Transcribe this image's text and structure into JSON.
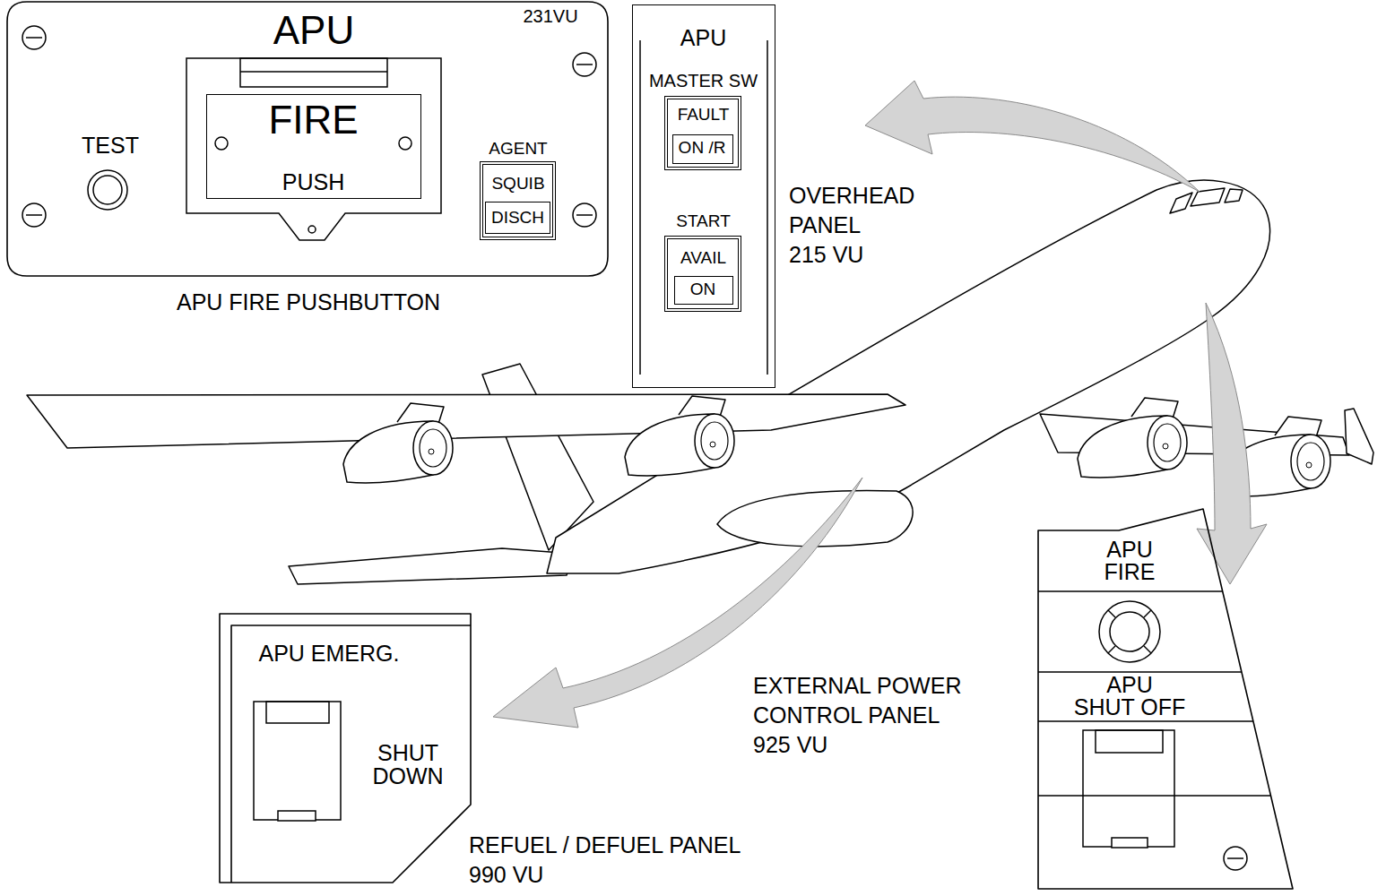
{
  "diagram": {
    "nodes": [
      {
        "text": [
          "APU",
          "231VU"
        ]
      },
      {
        "text": [
          "FIRE",
          "PUSH"
        ],
        "in": 0
      },
      {
        "text": [
          "AGENT",
          "SQUIB"
        ],
        "in": 0
      },
      {
        "text": [
          "DISCH"
        ],
        "in": 2
      },
      {
        "text": [
          "APU"
        ]
      },
      {
        "text": [
          "MASTER SW",
          "FAULT"
        ],
        "in": 4
      },
      {
        "text": [
          "ON /R"
        ],
        "in": 5
      },
      {
        "text": [
          "START",
          "AVAIL"
        ],
        "in": 4
      },
      {
        "text": [
          "ON"
        ],
        "in": 7
      },
      {
        "text": [
          "APU EMERG.",
          "SHUT DOWN"
        ]
      },
      {
        "text": [
          "APU FIRE",
          "APU SHUT OFF"
        ]
      }
    ],
    "labels": [
      "TEST",
      "APU FIRE PUSHBUTTON",
      "OVERHEAD PANEL 215 VU",
      "EXTERNAL POWER CONTROL PANEL 925 VU",
      "REFUEL / DEFUEL PANEL 990 VU"
    ]
  }
}
